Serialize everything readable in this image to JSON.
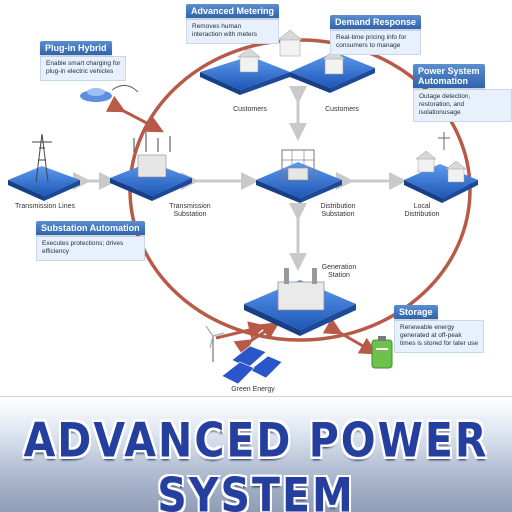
{
  "callouts": {
    "advanced_metering": {
      "title": "Advanced Metering",
      "body": "Removes human\ninteraction with meters"
    },
    "demand_response": {
      "title": "Demand Response",
      "body": "Real-time pricing info for\nconsumers to manage"
    },
    "plug_in_hybrid": {
      "title": "Plug-in Hybrid",
      "body": "Enable smart charging for\nplug-in electric vehicles"
    },
    "power_system_automation": {
      "title": "Power System\nAutomation",
      "body": "Outage detection,\nrestoration, and isolationusage"
    },
    "substation_automation": {
      "title": "Substation Automation",
      "body": "Executes protections; drives\nefficiency"
    },
    "storage": {
      "title": "Storage",
      "body": "Renewable energy\ngenerated at off-peak\ntimes is stored for later use"
    }
  },
  "nodes": {
    "customers_left": "Customers",
    "customers_right": "Customers",
    "transmission_lines": "Transmission Lines",
    "transmission_substation": "Transmission\nSubstation",
    "distribution_substation": "Distribution\nSubstation",
    "local_distribution": "Local\nDistribution",
    "generation_station": "Generation\nStation",
    "green_energy": "Green Energy"
  },
  "banner": {
    "title": "ADVANCED POWER SYSTEM"
  },
  "colors": {
    "ring": "#b85a48",
    "arrow": "#c9c9c9",
    "callout_header": "#2f63ad",
    "callout_body": "#e8f0fb",
    "platform": "#2f6fd0",
    "banner_text": "#243f9e"
  }
}
